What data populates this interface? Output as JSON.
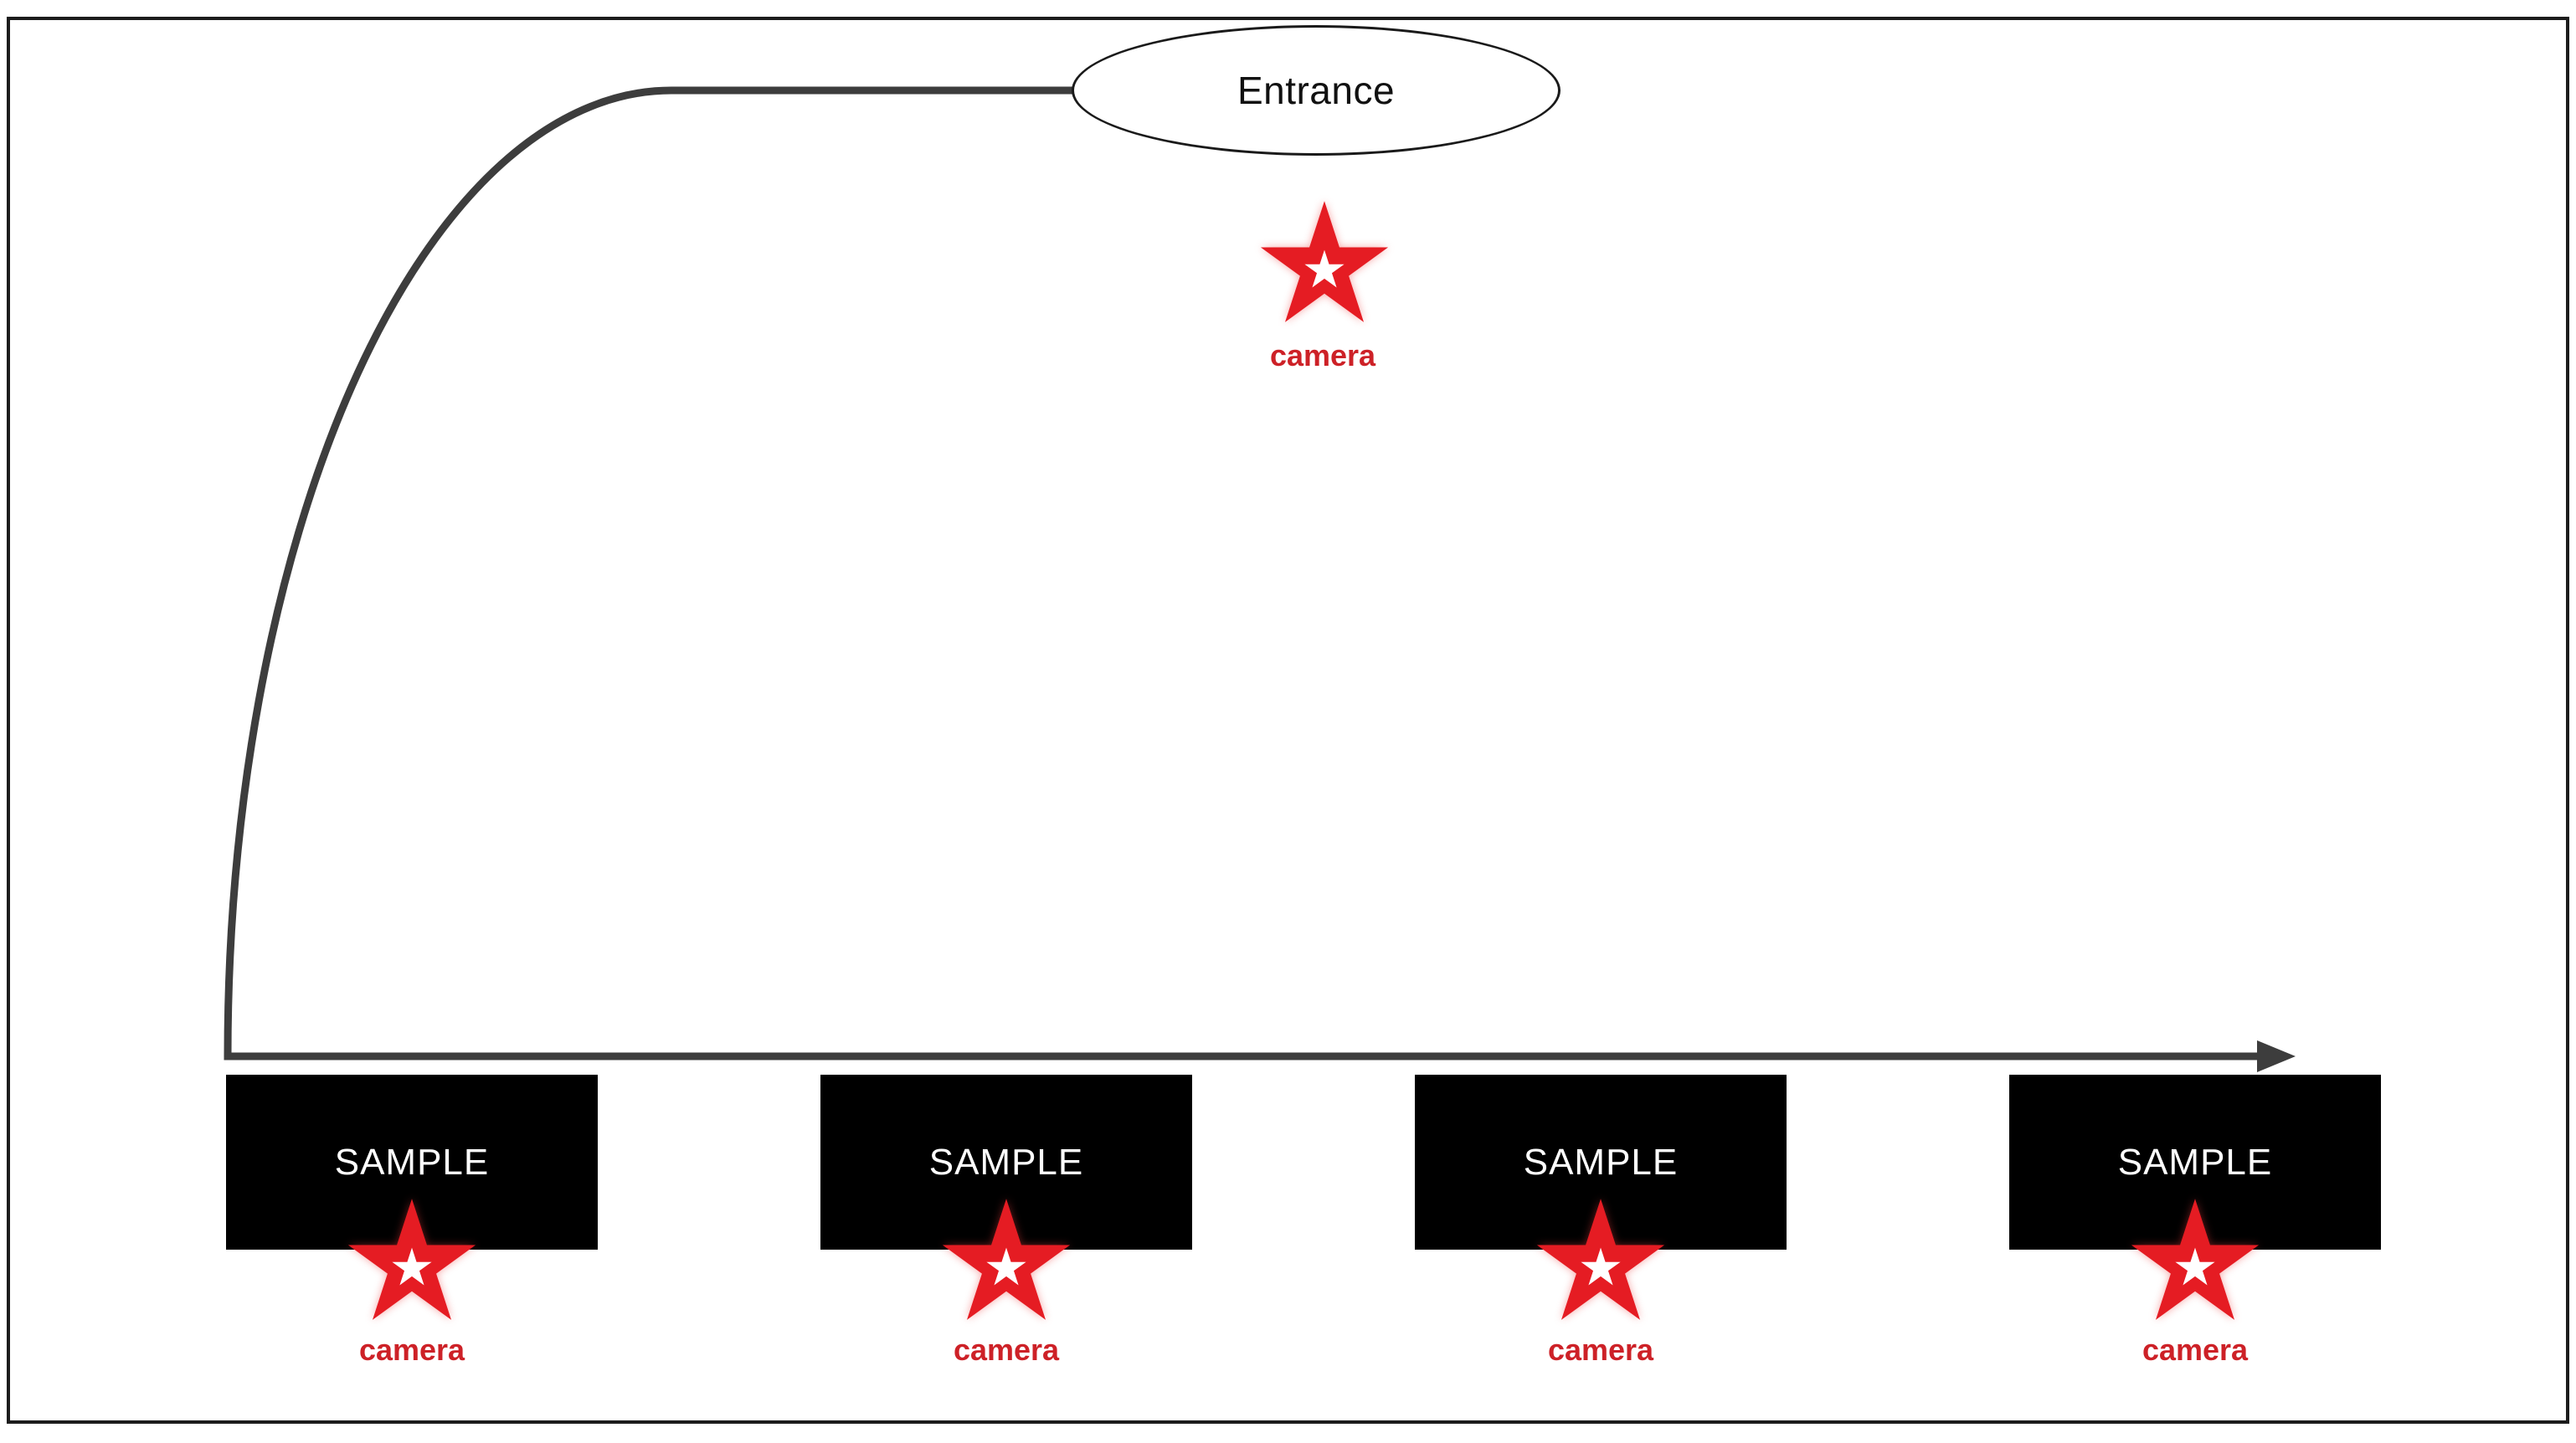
{
  "entrance": {
    "label": "Entrance",
    "camera": {
      "label": "camera"
    }
  },
  "samples": [
    {
      "label": "SAMPLE",
      "camera": {
        "label": "camera"
      }
    },
    {
      "label": "SAMPLE",
      "camera": {
        "label": "camera"
      }
    },
    {
      "label": "SAMPLE",
      "camera": {
        "label": "camera"
      }
    },
    {
      "label": "SAMPLE",
      "camera": {
        "label": "camera"
      }
    }
  ],
  "icons": {
    "camera_star": "red five-point star with white star cutout",
    "path_arrow": "solid right-pointing triangle arrowhead"
  },
  "colors": {
    "star_red": "#e51c23",
    "camera_label_red": "#cd2127",
    "path_gray": "#3d3d3d",
    "sample_box_black": "#000000",
    "sample_text_white": "#ffffff",
    "outline_black": "#1a1a1a",
    "background_white": "#ffffff"
  }
}
